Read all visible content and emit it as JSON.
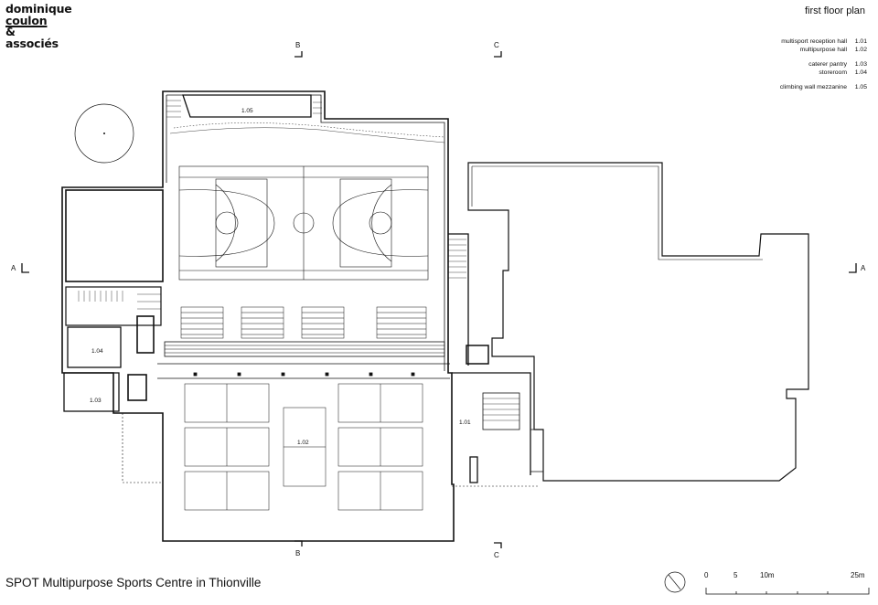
{
  "firm": {
    "line1": "dominique",
    "line2": "coulon",
    "line3": "&",
    "line4": "associés"
  },
  "sheet_title": "first floor plan",
  "legend": [
    {
      "name": "multisport reception hall",
      "code": "1.01"
    },
    {
      "name": "multipurpose hall",
      "code": "1.02"
    },
    {
      "name": "caterer pantry",
      "code": "1.03"
    },
    {
      "name": "storeroom",
      "code": "1.04"
    },
    {
      "name": "climbing wall mezzanine",
      "code": "1.05"
    }
  ],
  "room_labels": {
    "r101": "1.01",
    "r102": "1.02",
    "r103": "1.03",
    "r104": "1.04",
    "r105": "1.05"
  },
  "section_marks": {
    "a_left": "A",
    "a_right": "A",
    "b_top": "B",
    "b_bottom": "B",
    "c_top": "C",
    "c_bottom": "C"
  },
  "scale_bar": {
    "t0": "0",
    "t5": "5",
    "t10": "10m",
    "t25": "25m"
  },
  "caption": "SPOT Multipurpose Sports Centre in Thionville"
}
